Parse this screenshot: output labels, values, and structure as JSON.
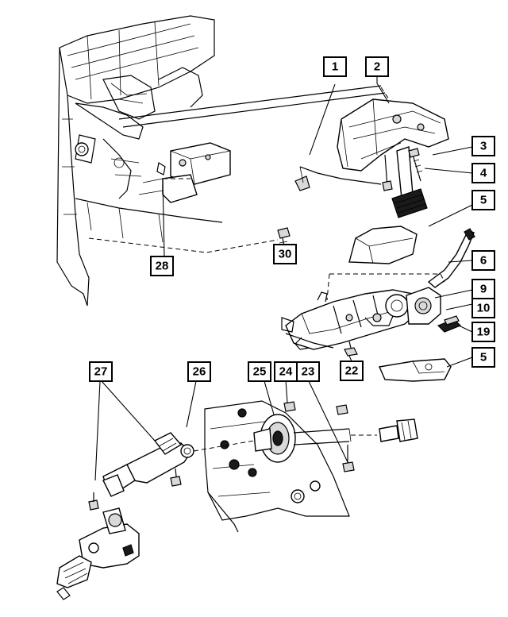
{
  "diagram": {
    "callouts": {
      "c1": "1",
      "c2": "2",
      "c3": "3",
      "c4": "4",
      "c5a": "5",
      "c6": "6",
      "c9": "9",
      "c10": "10",
      "c19": "19",
      "c5b": "5",
      "c22": "22",
      "c23": "23",
      "c24": "24",
      "c25": "25",
      "c26": "26",
      "c27": "27",
      "c28": "28",
      "c30": "30"
    }
  }
}
